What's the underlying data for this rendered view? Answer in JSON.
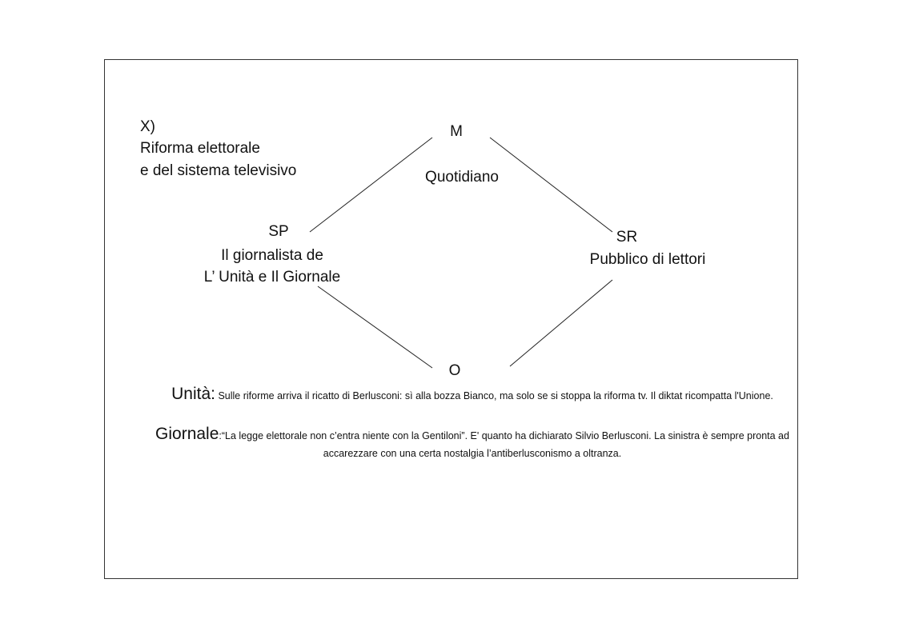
{
  "topic": {
    "label": "X)",
    "line1": "Riforma elettorale",
    "line2": "e del sistema televisivo"
  },
  "nodes": {
    "m": "M",
    "m_desc": "Quotidiano",
    "sp": "SP",
    "sp_desc1": "Il giornalista de",
    "sp_desc2": "L’ Unità e Il Giornale",
    "sr": "SR",
    "sr_desc": "Pubblico di lettori",
    "o": "O"
  },
  "quotes": [
    {
      "source": "Unità:",
      "text": " Sulle riforme arriva il ricatto di Berlusconi: sì alla bozza Bianco, ma solo se si stoppa la riforma tv. Il diktat ricompatta l'Unione."
    },
    {
      "source": "Giornale",
      "text": ":“La legge elettorale non c’entra niente con la Gentiloni”. E' quanto ha dichiarato Silvio Berlusconi. La sinistra è sempre pronta ad accarezzare con una certa nostalgia l’antiberlusconismo a oltranza."
    }
  ]
}
